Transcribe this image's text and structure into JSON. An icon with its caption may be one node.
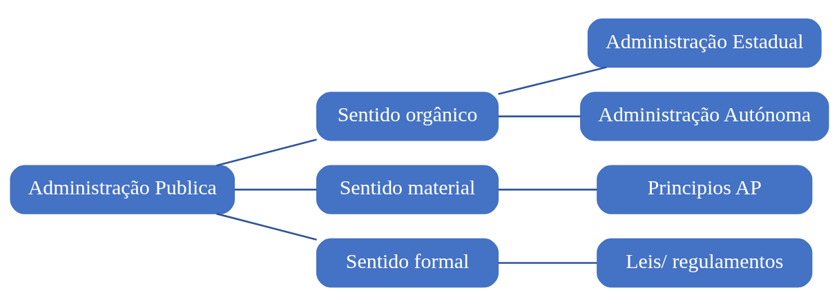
{
  "diagram": {
    "nodes": [
      {
        "text": [
          "Administração Publica"
        ]
      },
      {
        "text": [
          "Sentido orgânico"
        ]
      },
      {
        "text": [
          "Sentido material"
        ]
      },
      {
        "text": [
          "Sentido formal"
        ]
      },
      {
        "text": [
          "Administração Estadual"
        ]
      },
      {
        "text": [
          "Administração Autónoma"
        ]
      },
      {
        "text": [
          "Principios AP"
        ]
      },
      {
        "text": [
          "Leis/ regulamentos"
        ]
      }
    ],
    "edges": [
      {
        "from": 0,
        "to": 1,
        "arrow": "none"
      },
      {
        "from": 0,
        "to": 2,
        "arrow": "none"
      },
      {
        "from": 0,
        "to": 3,
        "arrow": "none"
      },
      {
        "from": 1,
        "to": 4,
        "arrow": "none"
      },
      {
        "from": 1,
        "to": 5,
        "arrow": "none"
      },
      {
        "from": 2,
        "to": 6,
        "arrow": "none"
      },
      {
        "from": 3,
        "to": 7,
        "arrow": "none"
      }
    ]
  }
}
